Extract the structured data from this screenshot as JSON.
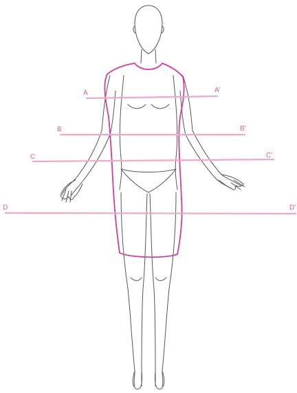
{
  "colors": {
    "dress_outline": "#d63a9a",
    "measure_lines": "#f2a6cc",
    "labels": "#e0609a",
    "sketch": "#555555",
    "background": "#ffffff"
  },
  "measurement_lines": [
    {
      "id": "a",
      "start_label": "A",
      "end_label": "A'"
    },
    {
      "id": "b",
      "start_label": "B",
      "end_label": "B'"
    },
    {
      "id": "c",
      "start_label": "C",
      "end_label": "C'"
    },
    {
      "id": "d",
      "start_label": "D",
      "end_label": "D'"
    }
  ]
}
